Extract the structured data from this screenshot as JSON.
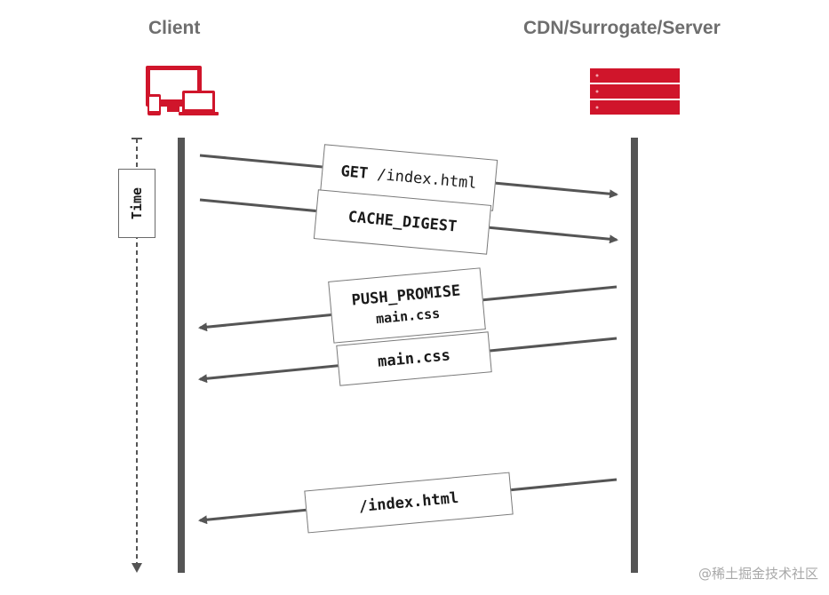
{
  "client_label": "Client",
  "server_label": "CDN/Surrogate/Server",
  "time_label": "Time",
  "messages": [
    {
      "id": "get",
      "direction": "to-server",
      "label_bold": "GET",
      "label_regular": "/index.html"
    },
    {
      "id": "cache-digest",
      "direction": "to-server",
      "label_bold": "CACHE_DIGEST"
    },
    {
      "id": "push-promise",
      "direction": "to-client",
      "label_bold": "PUSH_PROMISE",
      "sub_label": "main.css"
    },
    {
      "id": "main-css",
      "direction": "to-client",
      "label_bold": "main.css"
    },
    {
      "id": "index-html",
      "direction": "to-client",
      "label_bold": "/index.html"
    }
  ],
  "watermark": "@稀土掘金技术社区",
  "colors": {
    "accent": "#d0152b",
    "line": "#555555",
    "title": "#6e6e6e"
  },
  "icons": {
    "client": "devices-icon",
    "server": "server-rack-icon"
  }
}
